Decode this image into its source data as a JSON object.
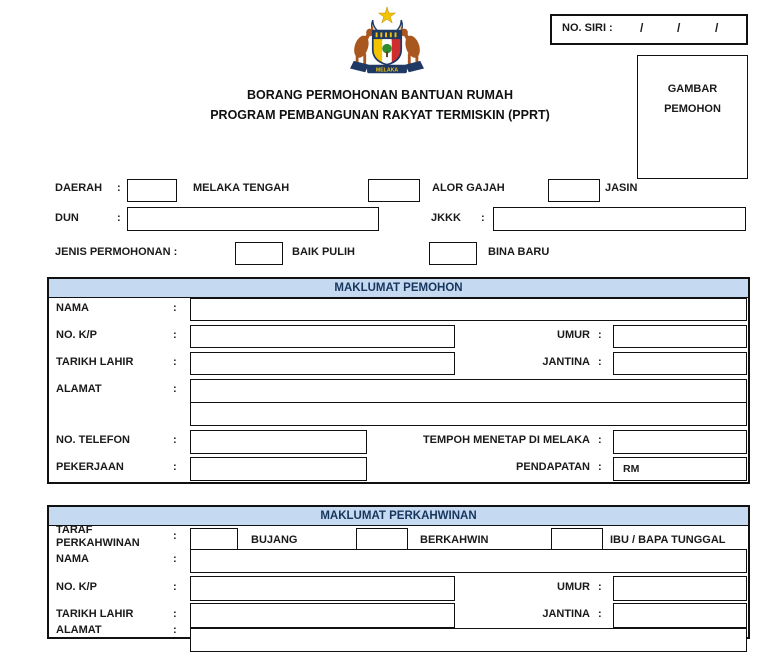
{
  "punct": {
    "colon": ":",
    "slash": "/"
  },
  "serial": {
    "label": "NO. SIRI :"
  },
  "photo": {
    "line1": "GAMBAR",
    "line2": "PEMOHON"
  },
  "crest": {
    "name": "melaka-state-crest",
    "ribbon_text": "MELAKA"
  },
  "title": {
    "line1": "BORANG PERMOHONAN BANTUAN RUMAH",
    "line2": "PROGRAM PEMBANGUNAN RAKYAT TERMISKIN (PPRT)"
  },
  "daerah": {
    "label": "DAERAH",
    "opt1": "MELAKA TENGAH",
    "opt2": "ALOR GAJAH",
    "opt3": "JASIN"
  },
  "dun": {
    "label": "DUN",
    "value": ""
  },
  "jkkk": {
    "label": "JKKK",
    "value": ""
  },
  "jenis": {
    "label": "JENIS PERMOHONAN :",
    "opt1": "BAIK PULIH",
    "opt2": "BINA BARU"
  },
  "pemohon": {
    "header": "MAKLUMAT PEMOHON",
    "nama_label": "NAMA",
    "nokp_label": "NO. K/P",
    "umur_label": "UMUR",
    "tarikh_label": "TARIKH LAHIR",
    "jantina_label": "JANTINA",
    "alamat_label": "ALAMAT",
    "telefon_label": "NO. TELEFON",
    "tempoh_label": "TEMPOH MENETAP DI MELAKA",
    "pekerjaan_label": "PEKERJAAN",
    "pendapatan_label": "PENDAPATAN",
    "rm_prefix": "RM"
  },
  "perkahwinan": {
    "header": "MAKLUMAT PERKAHWINAN",
    "taraf_line1": "TARAF",
    "taraf_line2": "PERKAHWINAN",
    "opt1": "BUJANG",
    "opt2": "BERKAHWIN",
    "opt3": "IBU / BAPA TUNGGAL",
    "nama_label": "NAMA",
    "nokp_label": "NO. K/P",
    "umur_label": "UMUR",
    "tarikh_label": "TARIKH LAHIR",
    "jantina_label": "JANTINA",
    "alamat_label": "ALAMAT"
  },
  "colors": {
    "section_header_bg": "#c5d9f1",
    "section_header_text": "#17365d",
    "border": "#111111",
    "crest_navy": "#1f3864",
    "crest_gold": "#f2c400",
    "crest_red": "#cf2e2e",
    "crest_brown": "#a9571f",
    "crest_green": "#2e8b2e"
  }
}
